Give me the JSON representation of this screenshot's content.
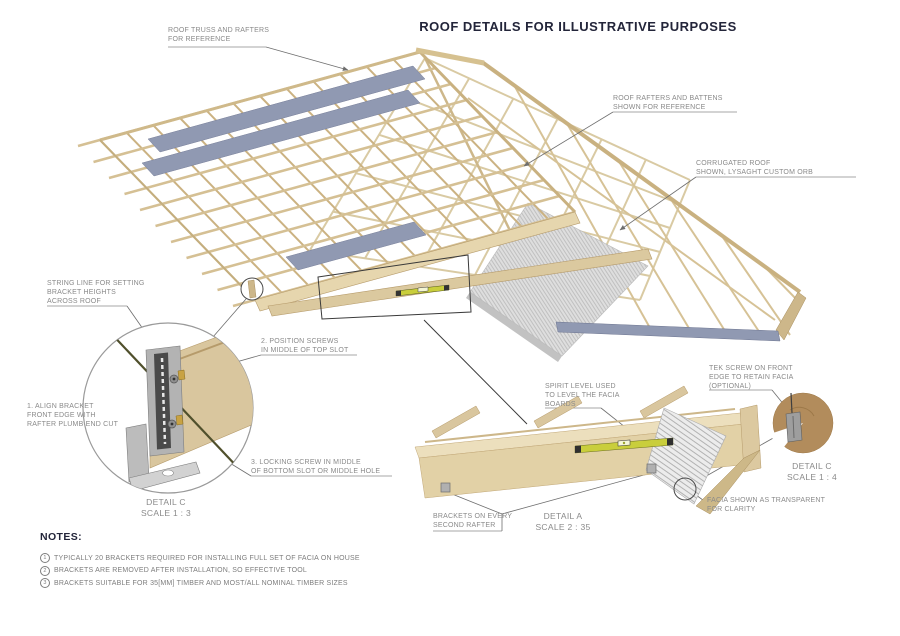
{
  "title": "ROOF DETAILS FOR ILLUSTRATIVE PURPOSES",
  "callouts": {
    "roof_truss": "ROOF TRUSS AND RAFTERS\nFOR REFERENCE",
    "rafters_battens": "ROOF RAFTERS AND BATTENS\nSHOWN FOR REFERENCE",
    "corrugated": "CORRUGATED ROOF\nSHOWN, LYSAGHT CUSTOM ORB",
    "string_line": "STRING LINE FOR SETTING\nBRACKET HEIGHTS\nACROSS ROOF",
    "position_screws": "2. POSITION SCREWS\nIN MIDDLE OF TOP SLOT",
    "align_bracket": "1. ALIGN BRACKET\nFRONT EDGE WITH\nRAFTER PLUMB END CUT",
    "locking_screw": "3. LOCKING SCREW IN MIDDLE\nOF BOTTOM SLOT OR MIDDLE HOLE",
    "spirit_level": "SPIRIT LEVEL USED\nTO LEVEL THE FACIA\nBOARDS",
    "tek_screw": "TEK SCREW ON FRONT\nEDGE TO RETAIN FACIA\n(OPTIONAL)",
    "facia_transparent": "FACIA SHOWN AS TRANSPARENT\nFOR CLARITY",
    "brackets_every": "BRACKETS ON EVERY\nSECOND RAFTER"
  },
  "detail_labels": {
    "detail_c_left": "DETAIL C\nSCALE 1 : 3",
    "detail_c_right": "DETAIL C\nSCALE 1 : 4",
    "detail_a": "DETAIL A\nSCALE 2 : 35"
  },
  "notes": {
    "header": "NOTES:",
    "items": [
      {
        "num": "1",
        "text": "TYPICALLY 20 BRACKETS REQUIRED FOR INSTALLING FULL SET OF FACIA ON HOUSE"
      },
      {
        "num": "2",
        "text": "BRACKETS ARE REMOVED AFTER INSTALLATION, SO EFFECTIVE TOOL"
      },
      {
        "num": "3",
        "text": "BRACKETS SUITABLE FOR 35[MM] TIMBER AND MOST/ALL NOMINAL TIMBER SIZES"
      }
    ]
  },
  "colors": {
    "timber_light": "#e8dab3",
    "timber_mid": "#d3bd8e",
    "timber_dark": "#a98f5f",
    "panel_blue": "#9099b2",
    "corrugated_gray": "#dedede",
    "bracket_gray": "#ababab",
    "level_yellow": "#c9ce3c",
    "string_olive": "#50502c",
    "label_gray": "#8a8a8a",
    "title_dark": "#23253a"
  }
}
